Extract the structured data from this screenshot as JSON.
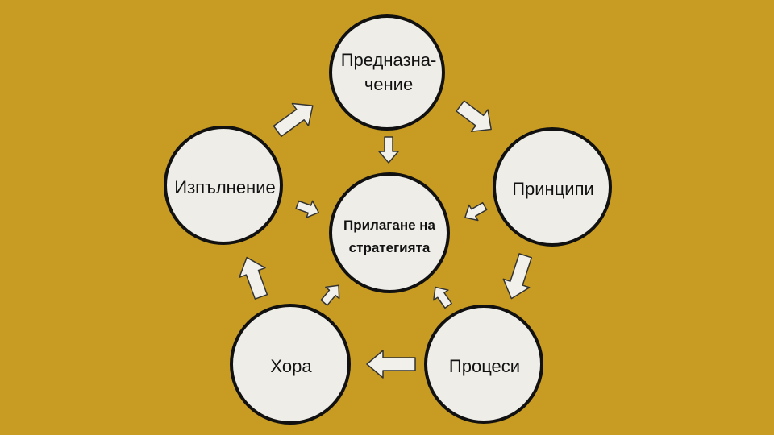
{
  "colors": {
    "background": "#C89B22",
    "node_fill": "#EEEDE8",
    "node_stroke": "#111111",
    "arrow_fill": "#F1F0EB"
  },
  "center": {
    "line1": "Прилагане на",
    "line2": "стратегията"
  },
  "nodes": {
    "purpose": {
      "line1": "Предназна-",
      "line2": "чение"
    },
    "principles": {
      "label": "Принципи"
    },
    "processes": {
      "label": "Процеси"
    },
    "people": {
      "label": "Хора"
    },
    "execution": {
      "label": "Изпълнение"
    }
  }
}
